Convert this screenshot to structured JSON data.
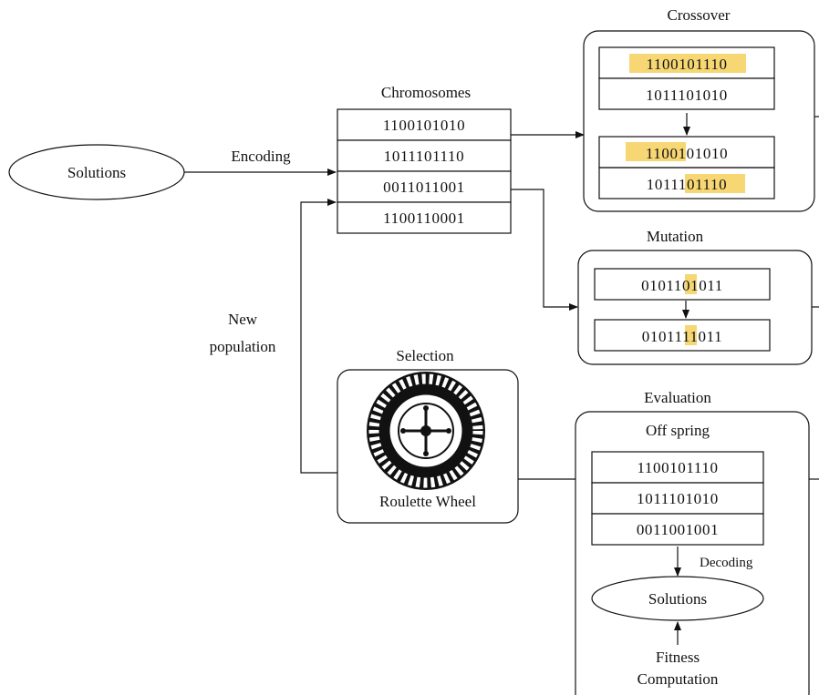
{
  "solutions_label": "Solutions",
  "encoding_label": "Encoding",
  "chromosomes": {
    "title": "Chromosomes",
    "rows": [
      "1100101010",
      "1011101110",
      "0011011001",
      "1100110001"
    ]
  },
  "crossover": {
    "title": "Crossover",
    "parents": [
      "1100101110",
      "1011101010"
    ],
    "children": [
      "1100101010",
      "1011101110"
    ]
  },
  "mutation": {
    "title": "Mutation",
    "before": "0101101011",
    "after": "0101111011"
  },
  "new_population_label": [
    "New",
    "population"
  ],
  "selection": {
    "title": "Selection",
    "caption": "Roulette Wheel"
  },
  "evaluation": {
    "title": "Evaluation",
    "offspring_title": "Off spring",
    "rows": [
      "1100101110",
      "1011101010",
      "0011001001"
    ],
    "decoding_label": "Decoding",
    "solutions_label": "Solutions",
    "fitness_label": [
      "Fitness",
      "Computation"
    ]
  },
  "highlight_color": "#f7d774",
  "icons": [
    "roulette-wheel-icon"
  ]
}
